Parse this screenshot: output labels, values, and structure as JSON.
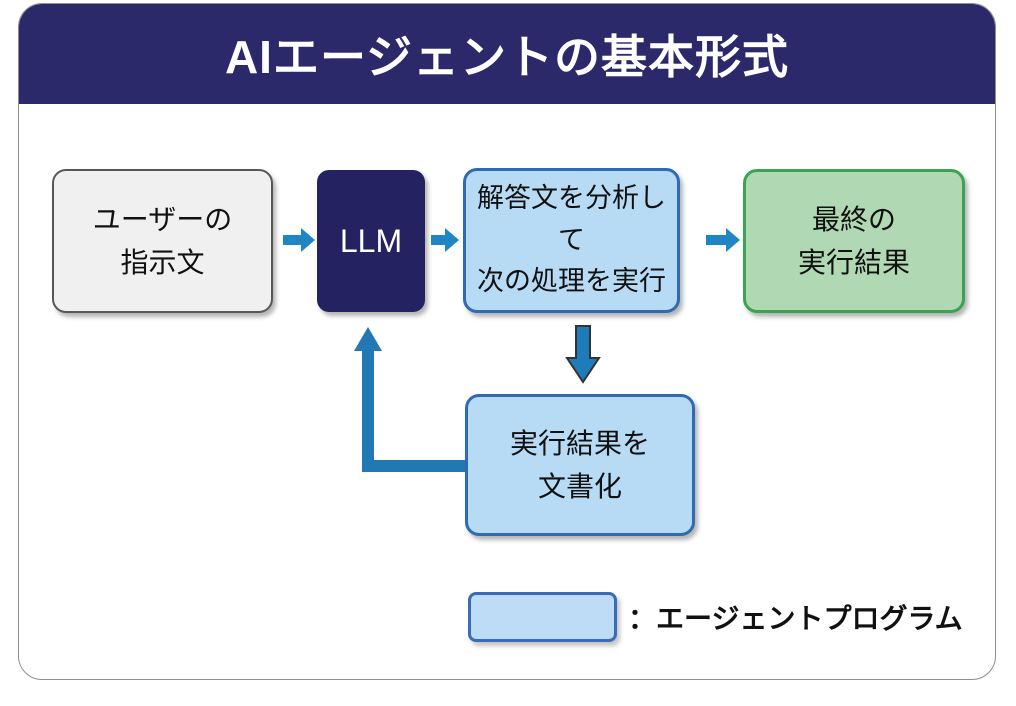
{
  "header": {
    "title": "AIエージェントの基本形式"
  },
  "nodes": {
    "user": {
      "line1": "ユーザーの",
      "line2": "指示文"
    },
    "llm": {
      "label": "LLM"
    },
    "analyze": {
      "line1": "解答文を分析して",
      "line2": "次の処理を実行"
    },
    "final": {
      "line1": "最終の",
      "line2": "実行結果"
    },
    "doc": {
      "line1": "実行結果を",
      "line2": "文書化"
    }
  },
  "legend": {
    "label": "：エージェントプログラム"
  },
  "colors": {
    "header_bg": "#2b2969",
    "llm_bg": "#242260",
    "agent_fill": "#b7dbf4",
    "agent_border": "#2f6ab4",
    "result_fill": "#b0d8b3",
    "result_border": "#3ca254",
    "input_fill": "#f0f0f0",
    "input_border": "#57575a",
    "arrow_blue": "#1e86c4",
    "loop_arrow_blue": "#2277b5"
  }
}
